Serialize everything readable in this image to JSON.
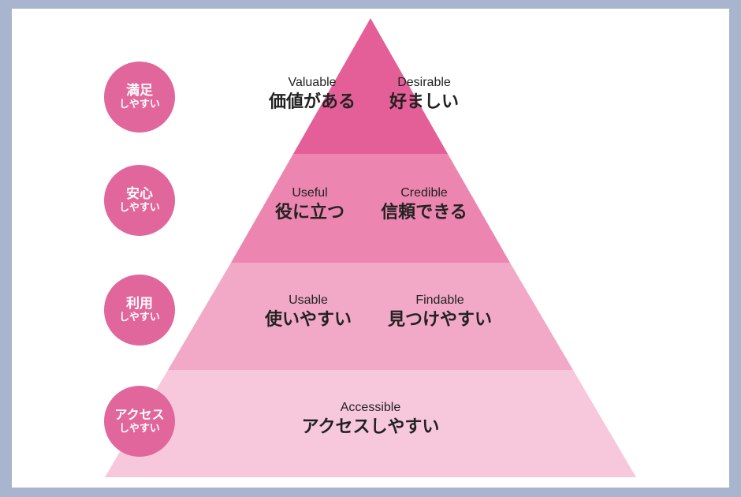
{
  "colors": {
    "background": "#a9b5cf",
    "panel": "#ffffff",
    "circle": "#e1669b",
    "tier1": "#e45f97",
    "tier2": "#ec86b0",
    "tier3": "#f2a9c8",
    "tier4": "#f7c8dc",
    "text": "#222222"
  },
  "levels": [
    {
      "circle_main": "満足",
      "circle_sub": "しやすい",
      "items": [
        {
          "en": "Valuable",
          "ja": "価値がある"
        },
        {
          "en": "Desirable",
          "ja": "好ましい"
        }
      ]
    },
    {
      "circle_main": "安心",
      "circle_sub": "しやすい",
      "items": [
        {
          "en": "Useful",
          "ja": "役に立つ"
        },
        {
          "en": "Credible",
          "ja": "信頼できる"
        }
      ]
    },
    {
      "circle_main": "利用",
      "circle_sub": "しやすい",
      "items": [
        {
          "en": "Usable",
          "ja": "使いやすい"
        },
        {
          "en": "Findable",
          "ja": "見つけやすい"
        }
      ]
    },
    {
      "circle_main": "アクセス",
      "circle_sub": "しやすい",
      "items": [
        {
          "en": "Accessible",
          "ja": "アクセスしやすい"
        }
      ]
    }
  ]
}
